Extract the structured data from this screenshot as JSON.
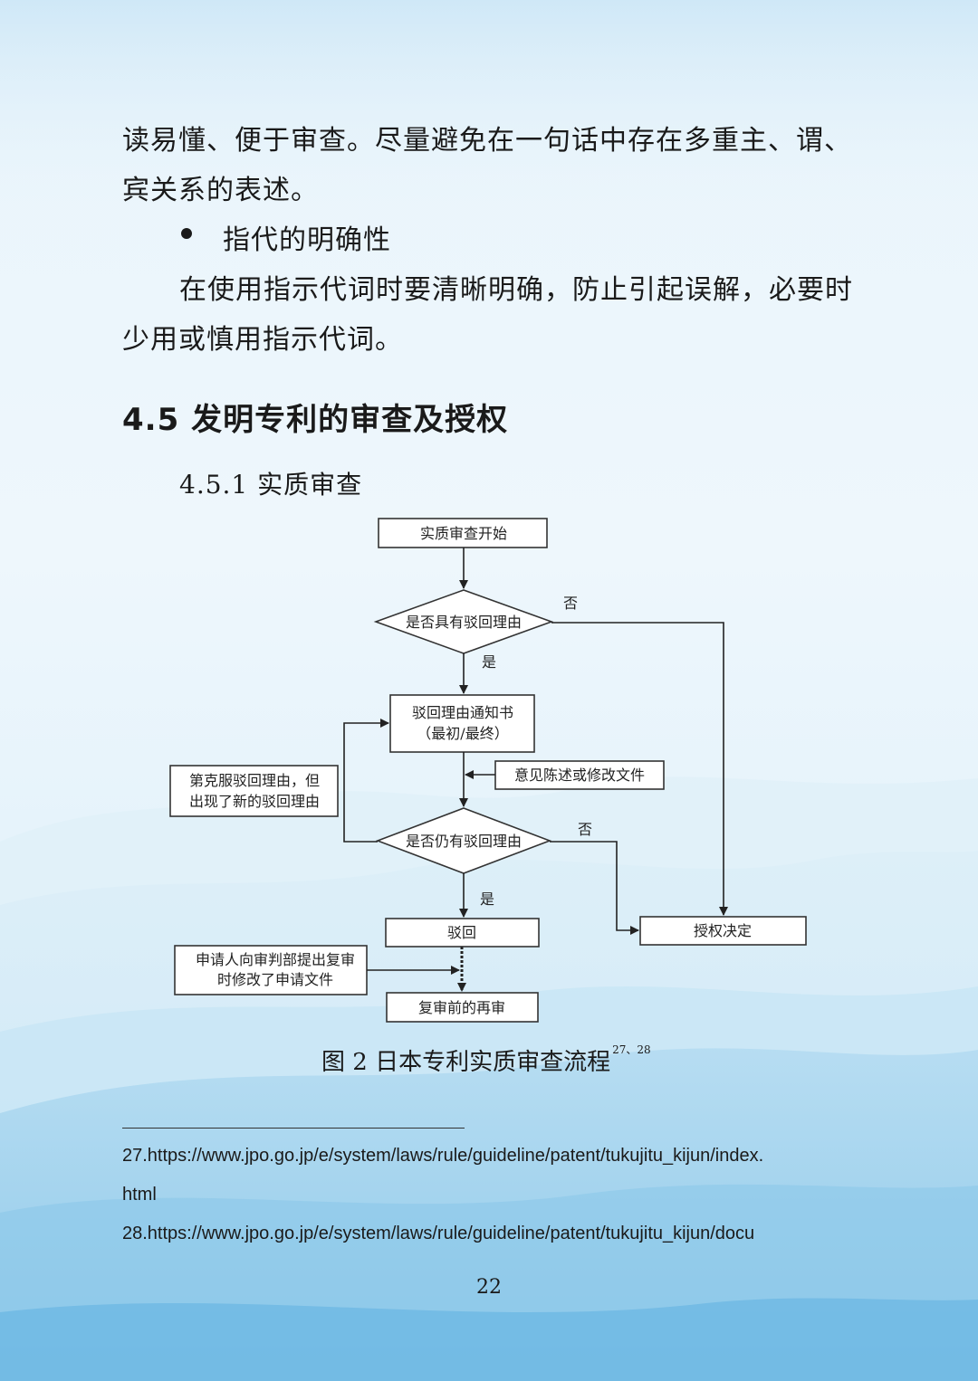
{
  "body": {
    "para1_line1": "读易懂、便于审查。尽量避免在一句话中存在多重主、谓、",
    "para1_line2": "宾关系的表述。",
    "bullet": "指代的明确性",
    "para2_line1": "在使用指示代词时要清晰明确，防止引起误解，必要时",
    "para2_line2": "少用或慎用指示代词。"
  },
  "section": {
    "title": "4.5 发明专利的审查及授权"
  },
  "subsection": {
    "title": "4.5.1 实质审查"
  },
  "flowchart": {
    "start": "实质审查开始",
    "decision1": "是否具有驳回理由",
    "decision1_no": "否",
    "decision1_yes": "是",
    "notice_line1": "驳回理由通知书",
    "notice_line2": "（最初/最终）",
    "response": "意见陈述或修改文件",
    "side_note_line1": "第克服驳回理由，但",
    "side_note_line2": "出现了新的驳回理由",
    "decision2": "是否仍有驳回理由",
    "decision2_no": "否",
    "decision2_yes": "是",
    "reject": "驳回",
    "grant": "授权决定",
    "appeal_line1": "申请人向审判部提出复审",
    "appeal_line2": "时修改了申请文件",
    "reexam": "复审前的再审"
  },
  "figure": {
    "caption": "图 2 日本专利实质审查流程",
    "refs": "27、28"
  },
  "footnotes": {
    "fn27_line1": "27.https://www.jpo.go.jp/e/system/laws/rule/guideline/patent/tukujitu_kijun/index.",
    "fn27_line2": "html",
    "fn28": "28.https://www.jpo.go.jp/e/system/laws/rule/guideline/patent/tukujitu_kijun/docu"
  },
  "page": {
    "number": "22"
  },
  "colors": {
    "background": "#e9f4fb",
    "wave": "#9fd0ec",
    "text": "#1a1a1a"
  }
}
